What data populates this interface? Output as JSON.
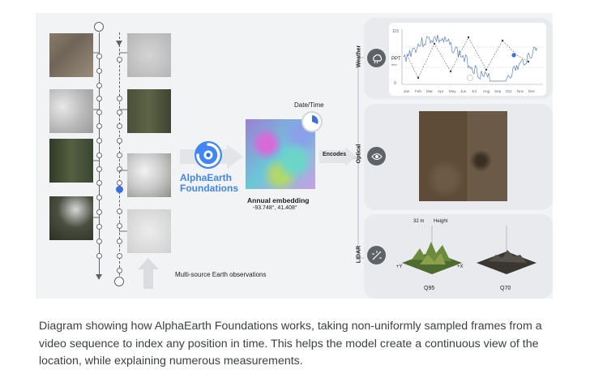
{
  "diagram": {
    "brand_line1": "AlphaEarth",
    "brand_line2": "Foundations",
    "datetime_label": "Date/Time",
    "embedding_title": "Annual embedding",
    "embedding_coords": "-93.748°, 41.408°",
    "encodes_label": "Encodes",
    "observations_label": "Multi-source Earth observations",
    "weather_label": "Weather",
    "optical_label": "Optical",
    "lidar_label": "LIDAR",
    "chart_ylabel": "PPT",
    "chart_ylabel_sub": "mm",
    "chart_ymax": "115",
    "chart_ymin": "0",
    "months": [
      "Jan",
      "Feb",
      "Mar",
      "Apr",
      "May",
      "Jun",
      "Jul",
      "Aug",
      "Sep",
      "Oct",
      "Nov",
      "Dec"
    ],
    "lidar_height_label": "Height",
    "lidar_height_value": "32 m",
    "lidar_q1": "Q95",
    "lidar_q2": "Q70",
    "axis_y": "+Y",
    "axis_x": "+X",
    "accent_color": "#3b6fe0"
  },
  "caption": "Diagram showing how AlphaEarth Foundations works, taking non-uniformly sampled frames from a video sequence to index any position in time. This helps the model create a continuous view of the location, while explaining numerous measurements."
}
